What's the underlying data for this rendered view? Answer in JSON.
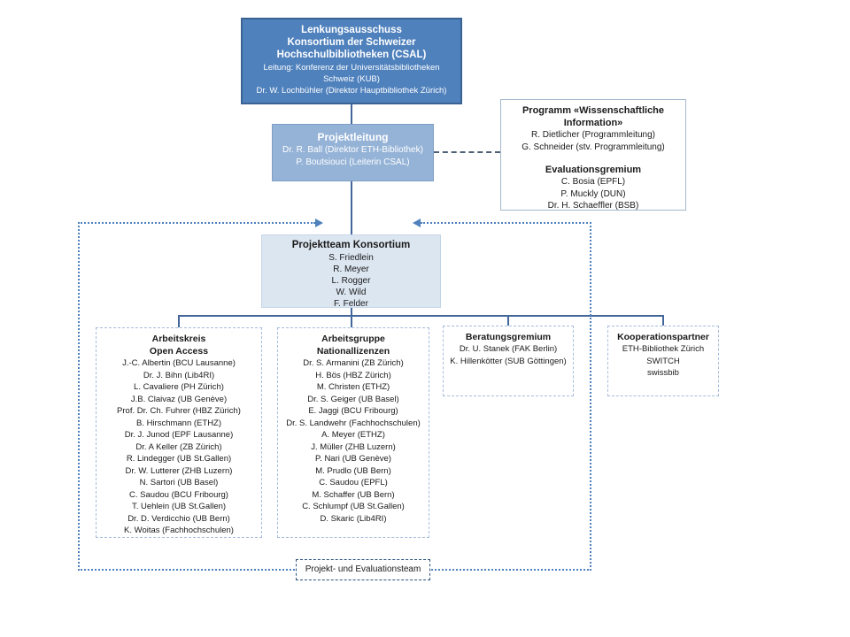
{
  "colors": {
    "top_box_fill": "#4f81bd",
    "mid_box_fill": "#95b3d7",
    "light_box_fill": "#dce6f1",
    "solid_connector": "#44679b",
    "dotted_connector": "#4f81bd",
    "dashed_group_border": "#a6bddc",
    "white_text": "#ffffff",
    "dark_text": "#1a1a1a"
  },
  "boxes": {
    "lenkungsausschuss": {
      "title": "Lenkungsausschuss\nKonsortium der Schweizer\nHochschulbibliotheken  (CSAL)",
      "subtitle": "Leitung: Konferenz der Universitätsbibliotheken\nSchweiz (KUB)\nDr. W. Lochbühler (Direktor Hauptbibliothek Zürich)"
    },
    "projektleitung": {
      "title": "Projektleitung",
      "members": [
        "Dr. R. Ball (Direktor ETH-Bibliothek)",
        "P. Boutsiouci (Leiterin CSAL)"
      ]
    },
    "programm": {
      "title": "Programm «Wissenschaftliche\nInformation»",
      "members": [
        "R. Dietlicher (Programmleitung)",
        "G. Schneider (stv. Programmleitung)"
      ],
      "section2_title": "Evaluationsgremium",
      "section2_members": [
        "C. Bosia (EPFL)",
        "P. Muckly (DUN)",
        "Dr. H. Schaeffler (BSB)"
      ]
    },
    "projektteam": {
      "title": "Projektteam Konsortium",
      "members": [
        "S. Friedlein",
        "R. Meyer",
        "L. Rogger",
        "W. Wild",
        "F. Felder"
      ]
    },
    "arbeitskreis_open_access": {
      "title": "Arbeitskreis\nOpen Access",
      "members": [
        "J.-C. Albertin (BCU Lausanne)",
        "Dr. J. Bihn (Lib4RI)",
        "L. Cavaliere (PH Zürich)",
        "J.B. Claivaz (UB Genève)",
        "Prof. Dr. Ch. Fuhrer (HBZ Zürich)",
        "B. Hirschmann (ETHZ)",
        "Dr. J. Junod (EPF Lausanne)",
        "Dr. A Keller (ZB Zürich)",
        "R. Lindegger (UB St.Gallen)",
        "Dr. W. Lutterer (ZHB Luzern)",
        "N. Sartori (UB Basel)",
        "C. Saudou (BCU Fribourg)",
        "T. Uehlein (UB St.Gallen)",
        "Dr. D. Verdicchio (UB Bern)",
        "K. Woitas (Fachhochschulen)"
      ]
    },
    "arbeitsgruppe_nationallizenzen": {
      "title": "Arbeitsgruppe\nNationallizenzen",
      "members": [
        "Dr. S. Armanini (ZB Zürich)",
        "H. Bös (HBZ Zürich)",
        "M. Christen (ETHZ)",
        "Dr. S. Geiger (UB Basel)",
        "E. Jaggi (BCU Fribourg)",
        "Dr. S. Landwehr (Fachhochschulen)",
        "A. Meyer (ETHZ)",
        "J. Müller (ZHB Luzern)",
        "P. Nari (UB Genève)",
        "M. Prudlo (UB Bern)",
        "C. Saudou (EPFL)",
        "M. Schaffer (UB Bern)",
        "C. Schlumpf (UB St.Gallen)",
        "D. Skaric (Lib4RI)"
      ]
    },
    "beratungsgremium": {
      "title": "Beratungsgremium",
      "members": [
        "Dr. U. Stanek (FAK Berlin)",
        "K. Hillenkötter (SUB Göttingen)"
      ]
    },
    "kooperationspartner": {
      "title": "Kooperationspartner",
      "members": [
        "ETH-Bibliothek Zürich",
        "SWITCH",
        "swissbib"
      ]
    },
    "footer_label": "Projekt- und Evaluationsteam"
  }
}
